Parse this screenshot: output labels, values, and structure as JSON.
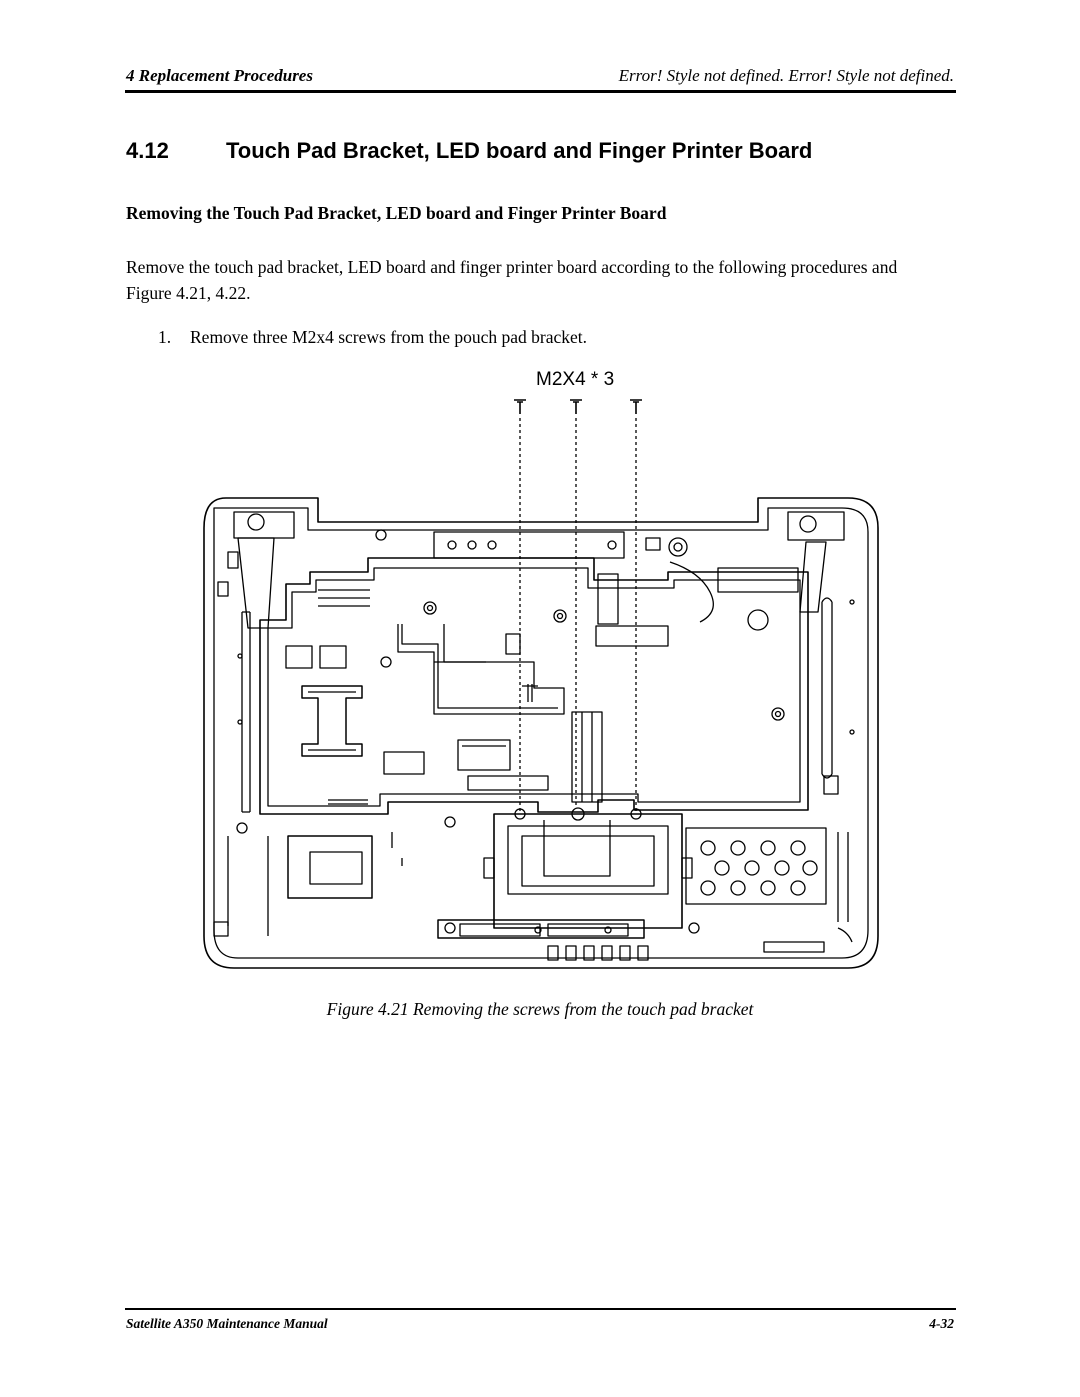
{
  "header": {
    "left": "4 Replacement Procedures",
    "right": "Error! Style not defined. Error! Style not defined."
  },
  "section": {
    "number": "4.12",
    "title": "Touch Pad Bracket, LED board and Finger Printer Board"
  },
  "subheading": "Removing the Touch Pad Bracket, LED board and Finger Printer Board",
  "intro": "Remove the touch pad bracket, LED board and finger printer board according to the following procedures and Figure 4.21, 4.22.",
  "steps": [
    {
      "number": "1.",
      "text": "Remove three M2x4 screws from the pouch pad bracket."
    }
  ],
  "figure": {
    "screw_label": "M2X4 * 3",
    "caption": "Figure 4.21 Removing the screws from the touch pad bracket"
  },
  "footer": {
    "left": "Satellite A350 Maintenance Manual",
    "right": "4-32"
  }
}
